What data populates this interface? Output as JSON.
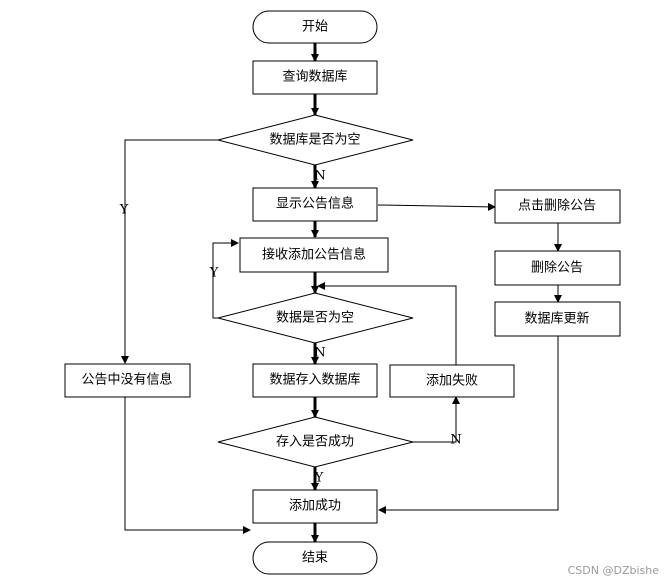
{
  "nodes": {
    "start": "开始",
    "query_db": "查询数据库",
    "db_empty_check": "数据库是否为空",
    "show_notice": "显示公告信息",
    "click_delete": "点击删除公告",
    "delete_notice": "删除公告",
    "db_update": "数据库更新",
    "receive_add": "接收添加公告信息",
    "data_empty_check": "数据是否为空",
    "save_to_db": "数据存入数据库",
    "add_fail": "添加失败",
    "no_notice": "公告中没有信息",
    "save_success_check": "存入是否成功",
    "add_success": "添加成功",
    "end": "结束"
  },
  "edge_labels": {
    "db_empty_yes": "Y",
    "db_empty_no": "N",
    "data_empty_yes": "Y",
    "data_empty_no": "N",
    "save_no": "N",
    "save_yes": "Y"
  },
  "watermark": "CSDN @DZbishe"
}
